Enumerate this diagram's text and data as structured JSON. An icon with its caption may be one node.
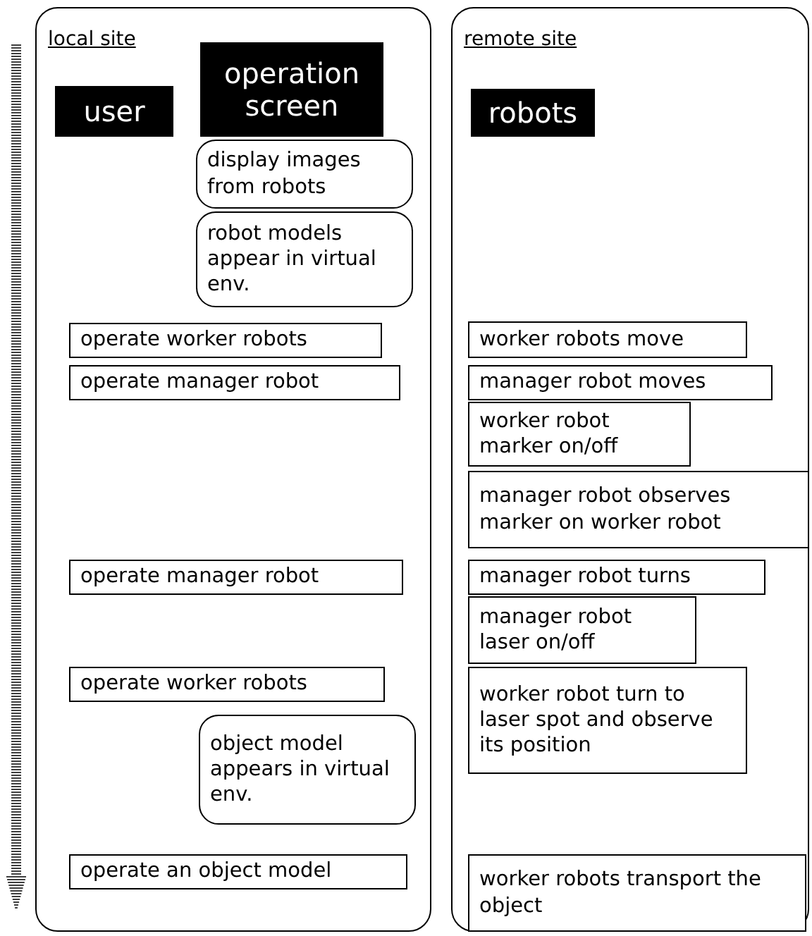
{
  "diagram": {
    "nodes": [
      {
        "text": [
          "local site"
        ]
      },
      {
        "text": [
          "user"
        ],
        "in": 0
      },
      {
        "text": [
          "operation screen"
        ],
        "in": 0
      },
      {
        "text": [
          "display images from robots"
        ],
        "in": 0
      },
      {
        "text": [
          "robot models appear in virtual env."
        ],
        "in": 0
      },
      {
        "text": [
          "operate worker robots"
        ],
        "in": 0
      },
      {
        "text": [
          "operate manager robot"
        ],
        "in": 0
      },
      {
        "text": [
          "operate manager robot"
        ],
        "in": 0
      },
      {
        "text": [
          "operate worker robots"
        ],
        "in": 0
      },
      {
        "text": [
          "object model appears in virtual env."
        ],
        "in": 0
      },
      {
        "text": [
          "operate an object model"
        ],
        "in": 0
      },
      {
        "text": [
          "remote site"
        ]
      },
      {
        "text": [
          "robots"
        ],
        "in": 11
      },
      {
        "text": [
          "worker robots move"
        ],
        "in": 11
      },
      {
        "text": [
          "manager robot moves"
        ],
        "in": 11
      },
      {
        "text": [
          "worker robot marker on/off"
        ],
        "in": 11
      },
      {
        "text": [
          "manager robot observes marker on worker robot"
        ],
        "in": 11
      },
      {
        "text": [
          "manager robot turns"
        ],
        "in": 11
      },
      {
        "text": [
          "manager robot laser on/off"
        ],
        "in": 11
      },
      {
        "text": [
          "worker robot turn to laser spot and observe its position"
        ],
        "in": 11
      },
      {
        "text": [
          "worker robots transport the object"
        ],
        "in": 11
      }
    ]
  }
}
